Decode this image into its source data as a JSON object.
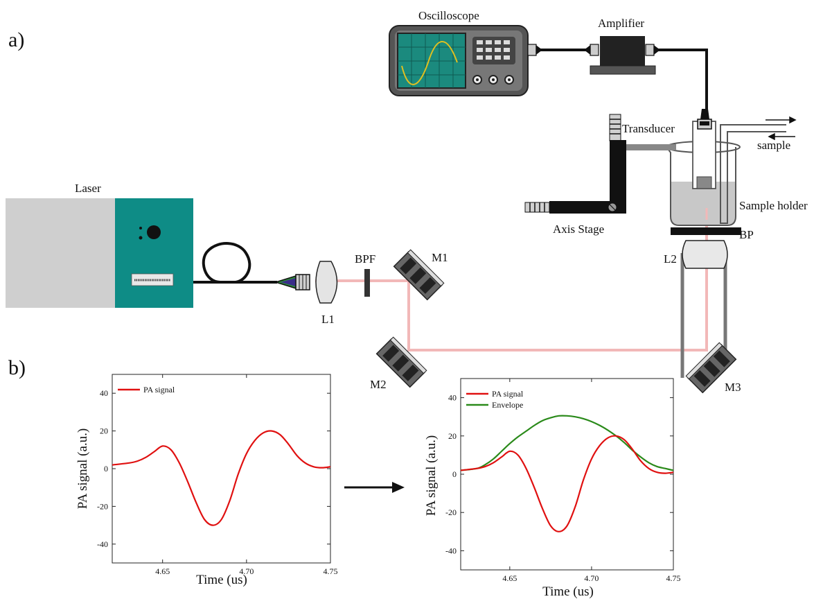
{
  "panel_labels": {
    "a": "a)",
    "b": "b)"
  },
  "setup": {
    "oscilloscope": "Oscilloscope",
    "amplifier": "Amplifier",
    "transducer": "Transducer",
    "sample": "sample",
    "sample_holder": "Sample holder",
    "axis_stage": "Axis Stage",
    "bp": "BP",
    "laser": "Laser",
    "l1": "L1",
    "l2": "L2",
    "bpf": "BPF",
    "m1": "M1",
    "m2": "M2",
    "m3": "M3",
    "beam_color": "#f2b8b8",
    "laser_teal": "#0e8c86",
    "laser_grey": "#cfcfcf"
  },
  "chart_data": [
    {
      "type": "line",
      "xlabel": "Time (us)",
      "ylabel": "PA signal (a.u.)",
      "xlim": [
        4.62,
        4.75
      ],
      "ylim": [
        -50,
        50
      ],
      "xticks": [
        4.65,
        4.7,
        4.75
      ],
      "yticks": [
        -40,
        -20,
        0,
        20,
        40
      ],
      "x_tick_labels": [
        "4.65",
        "4.70",
        "4.75"
      ],
      "y_tick_labels": [
        "-40",
        "-20",
        "0",
        "20",
        "40"
      ],
      "legend_position": "top-left",
      "series": [
        {
          "name": "PA signal",
          "color": "#e01010",
          "x": [
            4.62,
            4.63,
            4.635,
            4.64,
            4.645,
            4.65,
            4.655,
            4.66,
            4.665,
            4.67,
            4.675,
            4.68,
            4.685,
            4.69,
            4.695,
            4.7,
            4.705,
            4.71,
            4.715,
            4.72,
            4.725,
            4.73,
            4.735,
            4.74,
            4.745,
            4.75
          ],
          "y": [
            2,
            3,
            4,
            6,
            9,
            12,
            10,
            3,
            -7,
            -18,
            -27,
            -30,
            -27,
            -17,
            -3,
            8,
            15,
            19,
            20,
            18,
            13,
            7,
            3,
            1,
            0.5,
            1
          ]
        }
      ]
    },
    {
      "type": "line",
      "xlabel": "Time (us)",
      "ylabel": "PA signal (a.u.)",
      "xlim": [
        4.62,
        4.75
      ],
      "ylim": [
        -50,
        50
      ],
      "xticks": [
        4.65,
        4.7,
        4.75
      ],
      "yticks": [
        -40,
        -20,
        0,
        20,
        40
      ],
      "x_tick_labels": [
        "4.65",
        "4.70",
        "4.75"
      ],
      "y_tick_labels": [
        "-40",
        "-20",
        "0",
        "20",
        "40"
      ],
      "legend_position": "top-left",
      "series": [
        {
          "name": "PA signal",
          "color": "#e01010",
          "x": [
            4.62,
            4.63,
            4.635,
            4.64,
            4.645,
            4.65,
            4.655,
            4.66,
            4.665,
            4.67,
            4.675,
            4.68,
            4.685,
            4.69,
            4.695,
            4.7,
            4.705,
            4.71,
            4.715,
            4.72,
            4.725,
            4.73,
            4.735,
            4.74,
            4.745,
            4.75
          ],
          "y": [
            2,
            3,
            4,
            6,
            9,
            12,
            10,
            3,
            -7,
            -18,
            -27,
            -30,
            -27,
            -17,
            -3,
            8,
            15,
            19,
            20,
            18,
            13,
            7,
            3,
            1,
            0.5,
            1
          ]
        },
        {
          "name": "Envelope",
          "color": "#2a8a1a",
          "x": [
            4.62,
            4.63,
            4.635,
            4.64,
            4.645,
            4.65,
            4.655,
            4.66,
            4.665,
            4.67,
            4.675,
            4.68,
            4.685,
            4.69,
            4.695,
            4.7,
            4.705,
            4.71,
            4.715,
            4.72,
            4.725,
            4.73,
            4.735,
            4.74,
            4.745,
            4.75
          ],
          "y": [
            2,
            3,
            5,
            8,
            12,
            16,
            19.5,
            22.5,
            25.5,
            28,
            29.5,
            30.5,
            30.5,
            30,
            29,
            27.5,
            25.5,
            23,
            20,
            16.5,
            12.5,
            9,
            6,
            4,
            3,
            2
          ]
        }
      ]
    }
  ]
}
